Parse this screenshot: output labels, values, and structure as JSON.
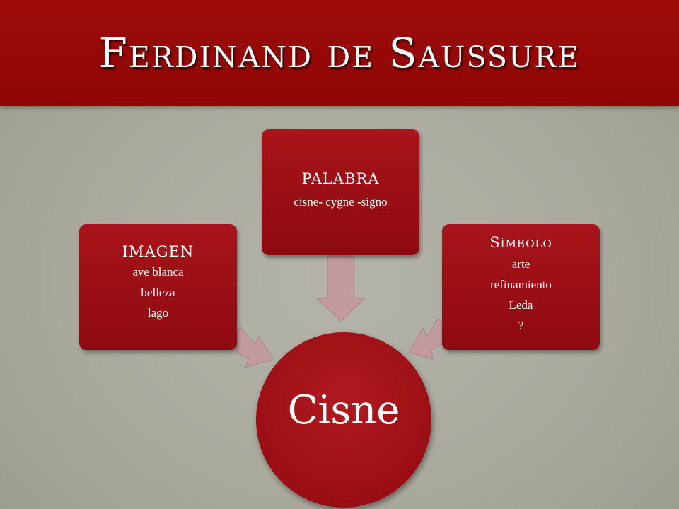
{
  "title": "Ferdinand de Saussure",
  "center": {
    "label": "Cisne"
  },
  "nodes": {
    "palabra": {
      "heading": "PALABRA",
      "lines": [
        "cisne- cygne -signo"
      ]
    },
    "imagen": {
      "heading": "IMAGEN",
      "lines": [
        "ave blanca",
        "belleza",
        "lago"
      ]
    },
    "simbolo": {
      "heading": "Símbolo",
      "lines": [
        "arte",
        "refinamiento",
        "Leda",
        "?"
      ]
    }
  },
  "colors": {
    "title_bar": "#9e0b0b",
    "node_fill": "#9e1016",
    "arrow_fill": "#c29a9f",
    "background": "#a9a99e"
  }
}
